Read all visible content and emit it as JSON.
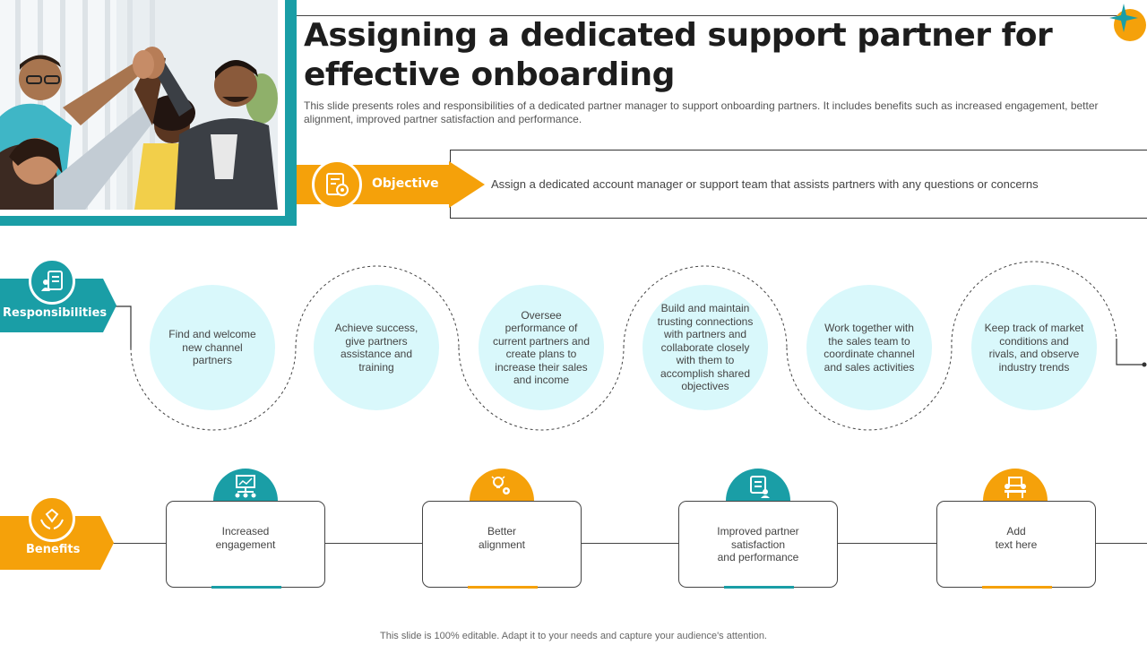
{
  "slide": {
    "title": "Assigning a dedicated support partner for effective onboarding",
    "subtitle": "This slide presents roles and responsibilities of a dedicated partner manager to support onboarding partners. It includes benefits such as increased engagement, better alignment, improved partner satisfaction and performance.",
    "footer": "This slide is 100% editable. Adapt it to your needs and capture your audience's attention."
  },
  "objective": {
    "label": "Objective",
    "text": "Assign a dedicated account manager or support team that assists partners with any questions or concerns",
    "icon": "target-document-icon"
  },
  "responsibilities": {
    "label": "Responsibilities",
    "icon": "person-checklist-icon",
    "items": [
      "Find and welcome new channel partners",
      "Achieve success, give partners assistance and training",
      "Oversee performance of current partners and create plans to increase their sales and income",
      "Build and maintain trusting connections with partners and collaborate closely with them to accomplish shared objectives",
      "Work together with the sales team to coordinate channel and sales activities",
      "Keep track of market conditions and rivals, and observe industry trends"
    ]
  },
  "benefits": {
    "label": "Benefits",
    "icon": "hands-diamond-icon",
    "items": [
      {
        "text": "Increased\nengagement",
        "icon": "network-chart-icon",
        "accent": "#1a9ea6"
      },
      {
        "text": "Better\nalignment",
        "icon": "lightbulb-gears-icon",
        "accent": "#f5a10a"
      },
      {
        "text": "Improved partner\nsatisfaction\nand performance",
        "icon": "checklist-person-icon",
        "accent": "#1a9ea6"
      },
      {
        "text": "Add\ntext here",
        "icon": "meeting-people-icon",
        "accent": "#f5a10a"
      }
    ]
  },
  "colors": {
    "teal": "#1a9ea6",
    "orange": "#f5a10a",
    "circle_fill": "#d9f8fb"
  }
}
